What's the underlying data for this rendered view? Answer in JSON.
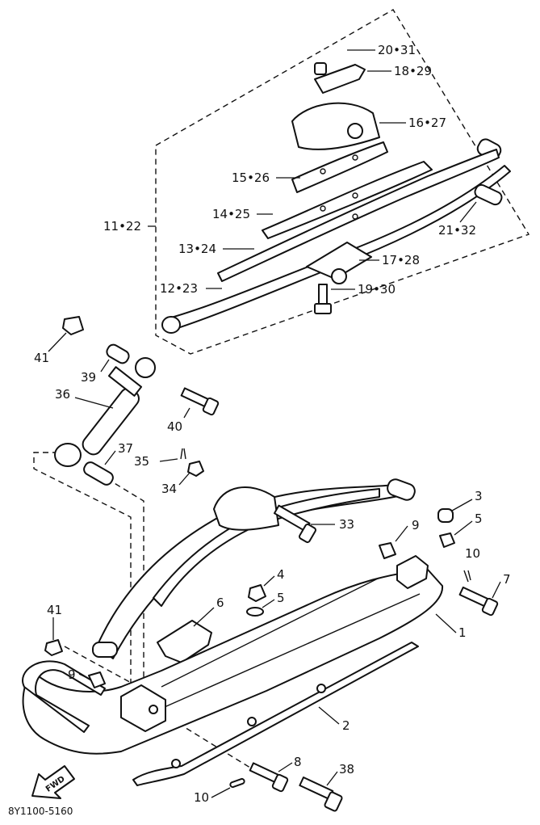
{
  "diagram": {
    "callouts": {
      "c20_31": "20•31",
      "c18_29": "18•29",
      "c16_27": "16•27",
      "c15_26": "15•26",
      "c14_25": "14•25",
      "c11_22": "11•22",
      "c13_24": "13•24",
      "c21_32": "21•32",
      "c17_28": "17•28",
      "c12_23": "12•23",
      "c19_30": "19•30",
      "c41a": "41",
      "c39": "39",
      "c36": "36",
      "c40": "40",
      "c37": "37",
      "c35": "35",
      "c34": "34",
      "c3": "3",
      "c33": "33",
      "c9a": "9",
      "c5a": "5",
      "c10a": "10",
      "c7": "7",
      "c4": "4",
      "c6": "6",
      "c5b": "5",
      "c1": "1",
      "c41b": "41",
      "c9b": "9",
      "c2": "2",
      "c8": "8",
      "c38": "38",
      "c10b": "10"
    },
    "fwd_arrow": "FWD",
    "drawing_code": "8Y1100-5160"
  }
}
